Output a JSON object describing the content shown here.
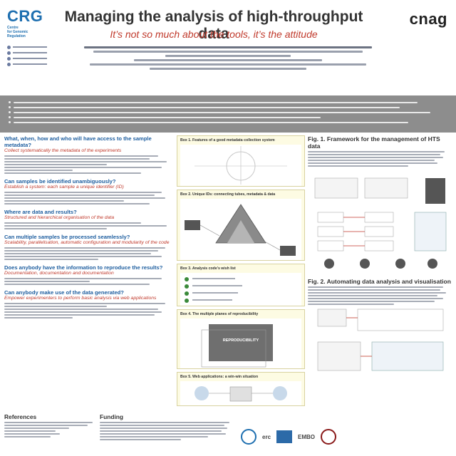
{
  "header": {
    "logo_left": "CRG",
    "logo_left_sub_1": "Centre",
    "logo_left_sub_2": "for Genomic",
    "logo_left_sub_3": "Regulation",
    "logo_right": "cnag",
    "title": "Managing the analysis of high-throughput data",
    "subtitle": "It’s not so much about the tools, it’s the attitude"
  },
  "sections": [
    {
      "heading": "What, when, how and who will have access to the sample metadata?",
      "sub": "Collect systematically the metadata of the experiments"
    },
    {
      "heading": "Can samples be identified unambiguously?",
      "sub": "Establish a system: each sample a unique identifier (ID)"
    },
    {
      "heading": "Where are data and results?",
      "sub": "Structured and hierarchical organisation of the data"
    },
    {
      "heading": "Can multiple samples be processed seamlessly?",
      "sub": "Scalability, parallelisation, automatic configuration and modularity of the code"
    },
    {
      "heading": "Does anybody have the information to reproduce the results?",
      "sub": "Documentation, documentation and documentation"
    },
    {
      "heading": "Can anybody make use of the data generated?",
      "sub": "Empower experimenters to perform basic analysis via web applications"
    }
  ],
  "boxes": [
    {
      "title": "Box 1. Features of a good metadata collection system"
    },
    {
      "title": "Box 2. Unique IDs: connecting tubes, metadata & data"
    },
    {
      "title": "Box 3. Analysis code’s wish list"
    },
    {
      "title": "Box 4. The multiple planes of reproducibility",
      "center_label": "REPRODUCIBILITY"
    },
    {
      "title": "Box 5. Web applications: a win-win situation"
    }
  ],
  "figures": [
    {
      "title": "Fig. 1. Framework for the management of HTS data"
    },
    {
      "title": "Fig. 2. Automating data analysis and visualisation"
    }
  ],
  "footer": {
    "references": "References",
    "funding": "Funding",
    "logos": [
      "erc",
      "EMBO"
    ]
  },
  "colors": {
    "heading_blue": "#1f5fa0",
    "subheading_red": "#c0392b",
    "banner_grey": "#8d8d8d",
    "box_fill": "#fdfbe3"
  }
}
